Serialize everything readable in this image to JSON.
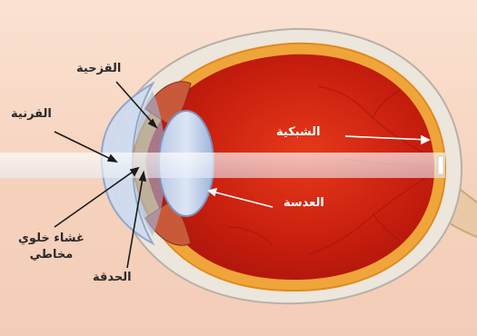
{
  "diagram": {
    "labels": {
      "iris": "القزحية",
      "cornea": "القرنية",
      "retina": "الشبكية",
      "lens": "العدسة",
      "mucous_membrane": "غشاء خلوي\nمخاطي",
      "pupil": "الحدقة"
    }
  }
}
